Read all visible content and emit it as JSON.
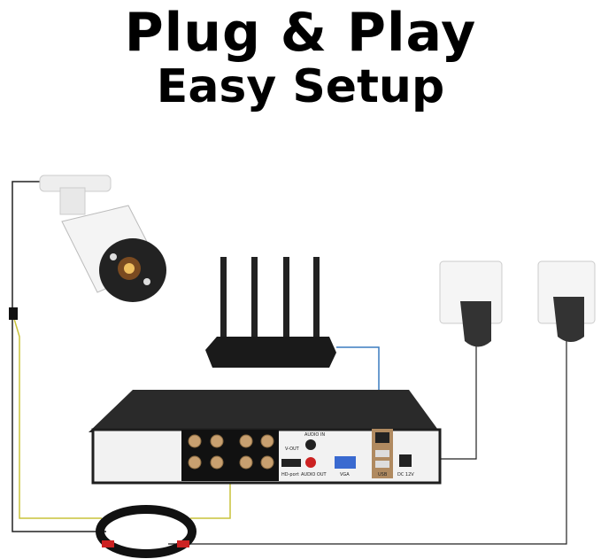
{
  "heading": {
    "line1": "Plug & Play",
    "line2": "Easy Setup"
  },
  "dvr_ports": {
    "audio_in": "AUDIO IN",
    "v_out": "V-OUT",
    "hd_port": "HD-port",
    "audio_out": "AUDIO OUT",
    "vga": "VGA",
    "usb": "USB",
    "dc": "DC 12V"
  },
  "colors": {
    "cable_yellow": "#c9c23a",
    "cable_black": "#222222",
    "cable_blue": "#3a7bbf",
    "dvr": "#1e1e1e"
  }
}
